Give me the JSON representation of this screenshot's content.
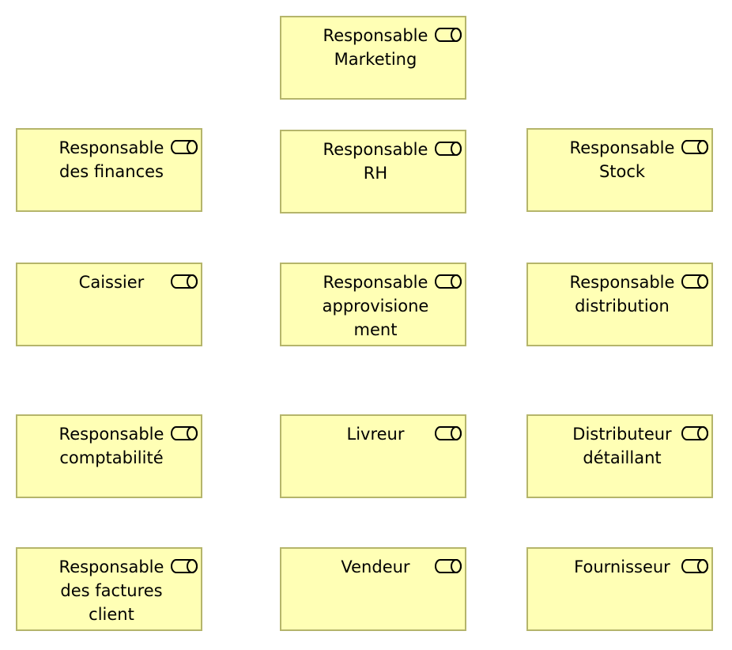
{
  "diagram": {
    "element_type": "business-role",
    "colors": {
      "fill": "#ffffb5",
      "border": "#b5b56b",
      "text": "#000000"
    },
    "roles": [
      {
        "id": "responsable-marketing",
        "label": "Responsable\nMarketing",
        "icon": "business-role-icon"
      },
      {
        "id": "responsable-finances",
        "label": "Responsable\ndes finances",
        "icon": "business-role-icon"
      },
      {
        "id": "responsable-rh",
        "label": "Responsable\nRH",
        "icon": "business-role-icon"
      },
      {
        "id": "responsable-stock",
        "label": "Responsable\nStock",
        "icon": "business-role-icon"
      },
      {
        "id": "caissier",
        "label": "Caissier",
        "icon": "business-role-icon"
      },
      {
        "id": "responsable-approvisionement",
        "label": "Responsable\napprovisione\nment",
        "icon": "business-role-icon"
      },
      {
        "id": "responsable-distribution",
        "label": "Responsable\ndistribution",
        "icon": "business-role-icon"
      },
      {
        "id": "responsable-comptabilite",
        "label": "Responsable\ncomptabilité",
        "icon": "business-role-icon"
      },
      {
        "id": "livreur",
        "label": "Livreur",
        "icon": "business-role-icon"
      },
      {
        "id": "distributeur-detaillant",
        "label": "Distributeur\ndétaillant",
        "icon": "business-role-icon"
      },
      {
        "id": "responsable-factures-client",
        "label": "Responsable\ndes factures\nclient",
        "icon": "business-role-icon"
      },
      {
        "id": "vendeur",
        "label": "Vendeur",
        "icon": "business-role-icon"
      },
      {
        "id": "fournisseur",
        "label": "Fournisseur",
        "icon": "business-role-icon"
      }
    ]
  }
}
